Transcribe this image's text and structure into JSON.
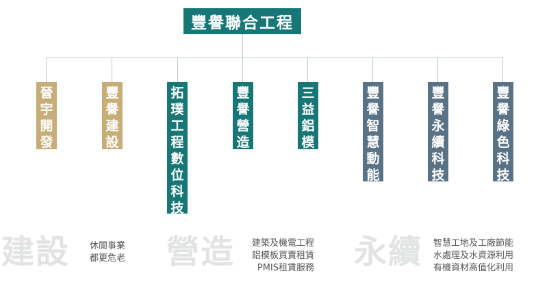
{
  "root": {
    "label": "豐譽聯合工程"
  },
  "nodes": [
    {
      "label": "晉宇開發",
      "color": "#c7ad78"
    },
    {
      "label": "豐譽建設",
      "color": "#c7ad78"
    },
    {
      "label": "拓璞工程數位科技",
      "color": "#177777"
    },
    {
      "label": "豐譽營造",
      "color": "#177777"
    },
    {
      "label": "三益鋁模",
      "color": "#177777"
    },
    {
      "label": "豐譽智慧動能",
      "color": "#5a7286"
    },
    {
      "label": "豐譽永續科技",
      "color": "#5a7286"
    },
    {
      "label": "豐譽綠色科技",
      "color": "#5a7286"
    }
  ],
  "categories": [
    {
      "title": "建設",
      "lines": [
        "休閒事業",
        "都更危老"
      ]
    },
    {
      "title": "營造",
      "lines": [
        "建築及機電工程",
        "鋁模板買賣租賃",
        "PMIS租賃服務"
      ]
    },
    {
      "title": "永續",
      "lines": [
        "智慧工地及工廠節能",
        "水處理及水資源利用",
        "有機資材高值化利用"
      ]
    }
  ]
}
